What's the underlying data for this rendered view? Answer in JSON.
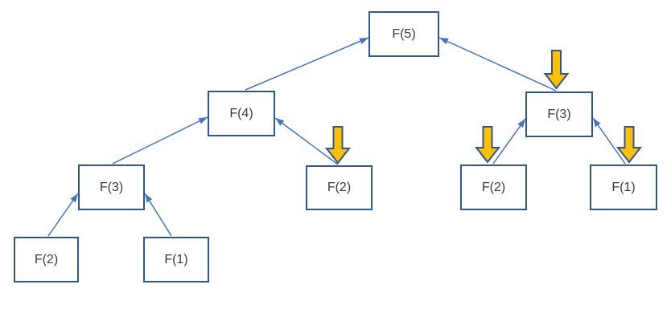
{
  "diagram": {
    "nodes": [
      {
        "id": "f5",
        "label": "F(5)",
        "memoized": false
      },
      {
        "id": "f4",
        "label": "F(4)",
        "memoized": false
      },
      {
        "id": "f3-left",
        "label": "F(3)",
        "memoized": false
      },
      {
        "id": "f2-left",
        "label": "F(2)",
        "memoized": false
      },
      {
        "id": "f1-left",
        "label": "F(1)",
        "memoized": false
      },
      {
        "id": "f2-mid",
        "label": "F(2)",
        "memoized": true
      },
      {
        "id": "f3-right",
        "label": "F(3)",
        "memoized": true
      },
      {
        "id": "f2-right",
        "label": "F(2)",
        "memoized": true
      },
      {
        "id": "f1-right",
        "label": "F(1)",
        "memoized": true
      }
    ],
    "edges": [
      {
        "from": "f4",
        "to": "f5"
      },
      {
        "from": "f3-right",
        "to": "f5"
      },
      {
        "from": "f3-left",
        "to": "f4"
      },
      {
        "from": "f2-mid",
        "to": "f4"
      },
      {
        "from": "f2-left",
        "to": "f3-left"
      },
      {
        "from": "f1-left",
        "to": "f3-left"
      },
      {
        "from": "f2-right",
        "to": "f3-right"
      },
      {
        "from": "f1-right",
        "to": "f3-right"
      }
    ],
    "colors": {
      "box_border": "#2f5597",
      "box_fill": "#ffffff",
      "connector": "#4472c4",
      "memo_arrow_fill": "#ffc000",
      "memo_arrow_border": "#2f5597",
      "text": "#3b3b3b",
      "background": "#ffffff"
    }
  }
}
